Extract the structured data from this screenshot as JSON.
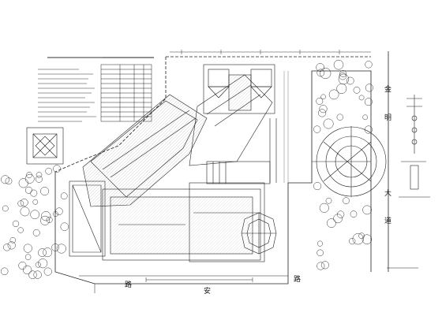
{
  "drawing": {
    "road_right": [
      "金",
      "明",
      "大",
      "道"
    ],
    "road_bottom": [
      "路",
      "安",
      "路"
    ],
    "stroke_color": "#1a1a1a",
    "background": "#ffffff"
  }
}
